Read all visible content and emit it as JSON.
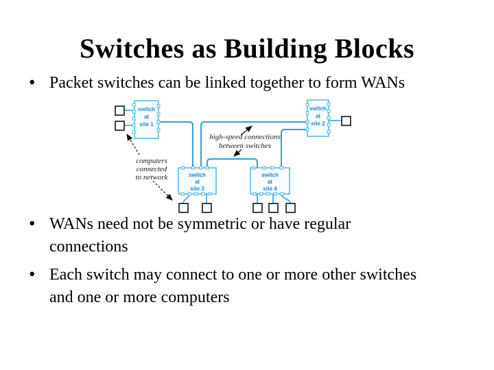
{
  "slide": {
    "title": "Switches as Building Blocks",
    "bullet_char": "•",
    "bullets": [
      {
        "lines": [
          "Packet switches can be linked together to form WANs"
        ]
      },
      {
        "lines": [
          "WANs need not be symmetric or have regular",
          "connections"
        ]
      },
      {
        "lines": [
          "Each switch may connect to one or more other switches",
          "and one or more computers"
        ]
      }
    ]
  },
  "diagram": {
    "switches": [
      {
        "lines": [
          "switch",
          "at",
          "site 1"
        ]
      },
      {
        "lines": [
          "switch",
          "at",
          "site 2"
        ]
      },
      {
        "lines": [
          "switch",
          "at",
          "site 3"
        ]
      },
      {
        "lines": [
          "switch",
          "at",
          "site 4"
        ]
      }
    ],
    "labels": {
      "high_speed": {
        "lines": [
          "high-speed connections",
          "between switches"
        ]
      },
      "computers": {
        "lines": [
          "computers",
          "connected",
          "to network"
        ]
      }
    },
    "colors": {
      "link_line": "#2f9ed8",
      "box_border": "#4ab5e3",
      "box_fill": "#f7fcff",
      "switch_text": "#1b86c7",
      "annotation_text": "#1a1a1a",
      "computer_outline": "#111111"
    }
  }
}
